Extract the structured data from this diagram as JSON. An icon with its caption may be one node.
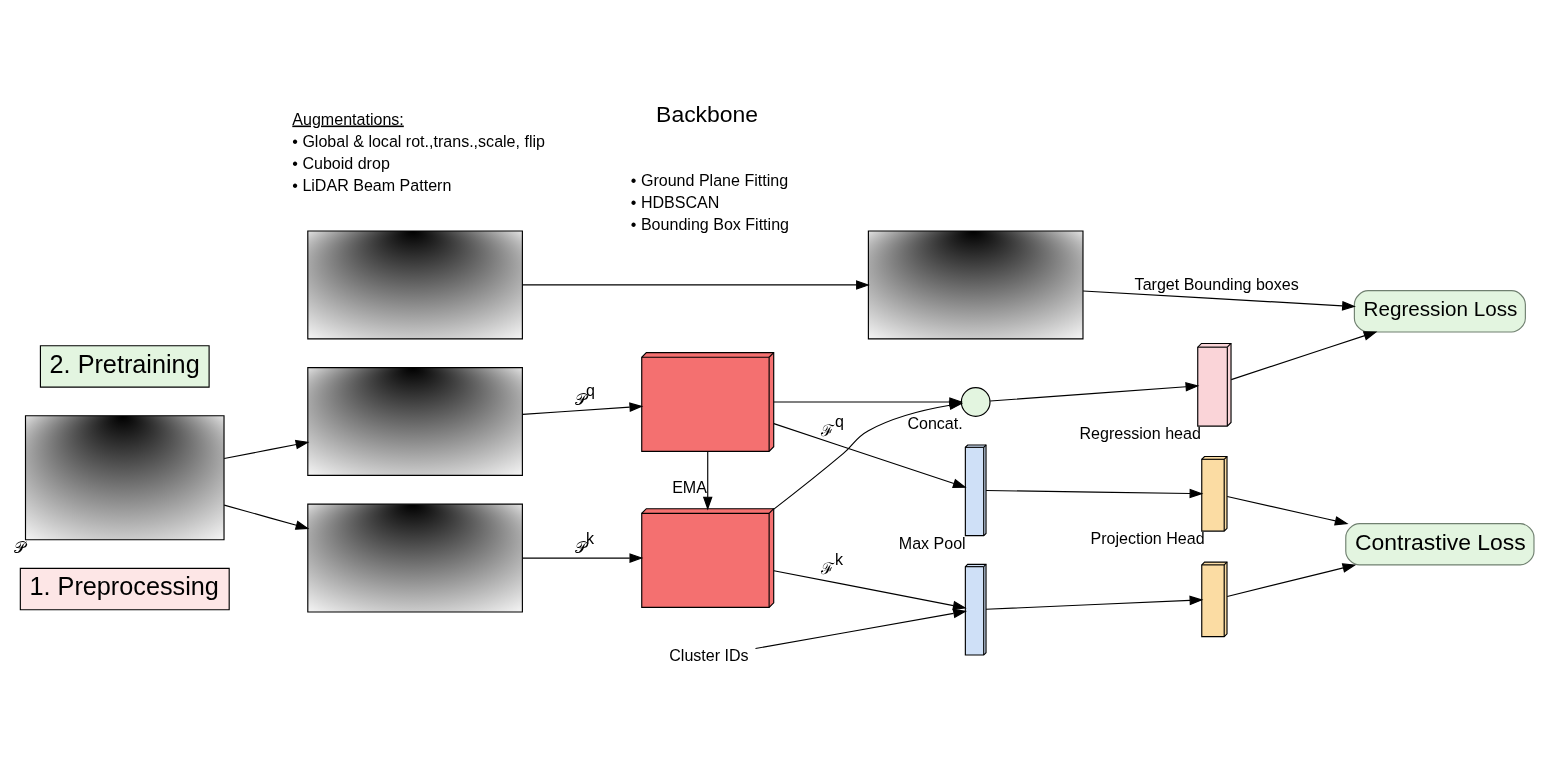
{
  "diagram": {
    "nodes": [
      {
        "text": [
          "1. Preprocessing"
        ]
      },
      {
        "text": [],
        "shape": "picture"
      },
      {
        "text": [],
        "shape": "picture"
      },
      {
        "text": [
          "2. Pretraining"
        ]
      },
      {
        "text": [],
        "shape": "picture",
        "beside": [
          "𝒫"
        ]
      },
      {
        "text": [],
        "shape": "picture"
      },
      {
        "text": [],
        "shape": "picture"
      },
      {
        "text": [],
        "shape": "box"
      },
      {
        "text": [],
        "shape": "box"
      },
      {
        "text": [],
        "shape": "circle",
        "beside": [
          "Concat."
        ]
      },
      {
        "text": [],
        "shape": "box",
        "beside": [
          "Regression head"
        ]
      },
      {
        "text": [
          "Regression Loss"
        ]
      },
      {
        "text": [],
        "shape": "box",
        "beside": [
          "Max Pool"
        ]
      },
      {
        "text": [],
        "shape": "box"
      },
      {
        "text": [],
        "shape": "box",
        "beside": [
          "Projection Head"
        ]
      },
      {
        "text": [],
        "shape": "box"
      },
      {
        "text": [
          "Contrastive Loss"
        ]
      },
      {
        "text": [
          "Cluster IDs"
        ]
      }
    ],
    "edges": [
      {
        "from": 1,
        "to": 2,
        "arrow": "to"
      },
      {
        "from": 2,
        "to": 11,
        "arrow": "to",
        "label": "Target Bounding boxes"
      },
      {
        "from": 4,
        "to": 5,
        "arrow": "to"
      },
      {
        "from": 4,
        "to": 6,
        "arrow": "to"
      },
      {
        "from": 5,
        "to": 7,
        "arrow": "to",
        "label": "𝒫$^{q}$"
      },
      {
        "from": 6,
        "to": 8,
        "arrow": "to",
        "label": "𝒫$^{k}$"
      },
      {
        "from": 7,
        "to": 8,
        "arrow": "to",
        "label": "EMA"
      },
      {
        "from": 7,
        "to": 12,
        "arrow": "to",
        "label": "ℱ$^{q}$"
      },
      {
        "from": 7,
        "to": 9,
        "arrow": "to"
      },
      {
        "from": 8,
        "to": 13,
        "arrow": "to",
        "label": "ℱ$^{k}$"
      },
      {
        "from": 8,
        "to": 9,
        "arrow": "to"
      },
      {
        "from": 9,
        "to": 10,
        "arrow": "to"
      },
      {
        "from": 10,
        "to": 11,
        "arrow": "to"
      },
      {
        "from": 12,
        "to": 14,
        "arrow": "to"
      },
      {
        "from": 13,
        "to": 15,
        "arrow": "to"
      },
      {
        "from": 14,
        "to": 16,
        "arrow": "to"
      },
      {
        "from": 15,
        "to": 16,
        "arrow": "to"
      },
      {
        "from": 17,
        "to": 13,
        "arrow": "to"
      }
    ],
    "labels": [
      "• Ground Plane Fitting",
      "• HDBSCAN",
      "• Bounding Box Fitting",
      "Augmentations:",
      "• Global & local rot.,trans.,scale, flip",
      "• Cuboid drop",
      "• LiDAR Beam Pattern",
      "Backbone"
    ]
  }
}
